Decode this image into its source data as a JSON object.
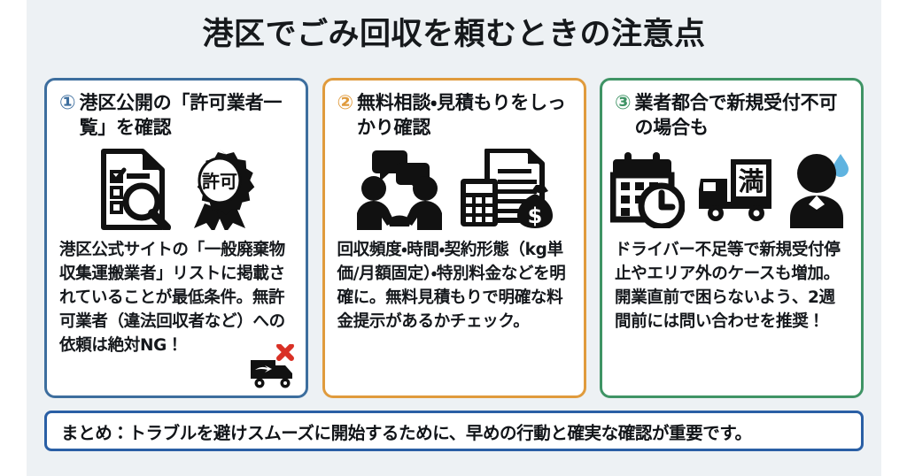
{
  "title": "港区でごみ回収を頼むときの注意点",
  "theme": {
    "page_background": "#ffffff",
    "panel_background": "#edf1f4",
    "card_background": "#ffffff",
    "text_color": "#111418",
    "footer_border": "#2a5fa5",
    "red_accent": "#d93025",
    "blue_drop": "#5fb3e0"
  },
  "cards": [
    {
      "number": "①",
      "accent": "#3d6e9e",
      "heading": "港区公開の「許可業者一覧」を確認",
      "body": "港区公式サイトの「一般廃棄物収集運搬業者」リストに掲載されていることが最低条件。無許可業者（違法回収者など）への依頼は絶対NG！",
      "icons": [
        {
          "name": "checklist-magnifier-icon",
          "label": ""
        },
        {
          "name": "permit-rosette-icon",
          "label": "許可"
        }
      ],
      "badge": {
        "name": "no-illegal-truck-icon",
        "label": "×"
      }
    },
    {
      "number": "②",
      "accent": "#e09b3d",
      "heading": "無料相談・見積もりをしっかり確認",
      "body": "回収頻度・時間・契約形態（kg単価/月額固定）・特別料金などを明確に。無料見積もりで明確な料金提示があるかチェック。",
      "icons": [
        {
          "name": "consultation-handshake-icon",
          "label": ""
        },
        {
          "name": "quotation-calculator-money-icon",
          "label": ""
        }
      ],
      "badge": null
    },
    {
      "number": "③",
      "accent": "#3f9465",
      "heading": "業者都合で新規受付不可の場合も",
      "body": "ドライバー不足等で新規受付停止やエリア外のケースも増加。開業直前で困らないよう、2週間前には問い合わせを推奨！",
      "icons": [
        {
          "name": "calendar-clock-icon",
          "label": ""
        },
        {
          "name": "full-capacity-truck-icon",
          "label": "満"
        },
        {
          "name": "worried-person-icon",
          "label": ""
        }
      ],
      "badge": null
    }
  ],
  "footer": {
    "text": "まとめ：トラブルを避けスムーズに開始するために、早めの行動と確実な確認が重要です。"
  }
}
